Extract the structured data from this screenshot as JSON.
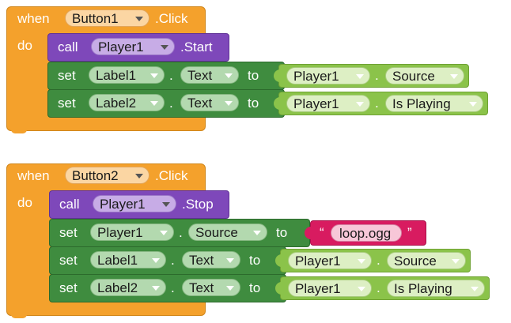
{
  "keywords": {
    "when": "when",
    "do": "do",
    "call": "call",
    "set": "set",
    "to": "to",
    "dot": ".",
    "open_quote": "“",
    "close_quote": "”",
    "click": ".Click",
    "start": ".Start",
    "stop": ".Stop"
  },
  "event1": {
    "component": "Button1",
    "call_component": "Player1",
    "rows": [
      {
        "component": "Label1",
        "property": "Text",
        "getter_component": "Player1",
        "getter_property": "Source"
      },
      {
        "component": "Label2",
        "property": "Text",
        "getter_component": "Player1",
        "getter_property": "Is Playing"
      }
    ]
  },
  "event2": {
    "component": "Button2",
    "call_component": "Player1",
    "source_row": {
      "component": "Player1",
      "property": "Source",
      "value": "loop.ogg"
    },
    "rows": [
      {
        "component": "Label1",
        "property": "Text",
        "getter_component": "Player1",
        "getter_property": "Source"
      },
      {
        "component": "Label2",
        "property": "Text",
        "getter_component": "Player1",
        "getter_property": "Is Playing"
      }
    ]
  },
  "colors": {
    "event": "#F4A12C",
    "call": "#7E48BA",
    "set": "#3F8C3F",
    "getter": "#8BC34A",
    "text": "#D81B60"
  }
}
